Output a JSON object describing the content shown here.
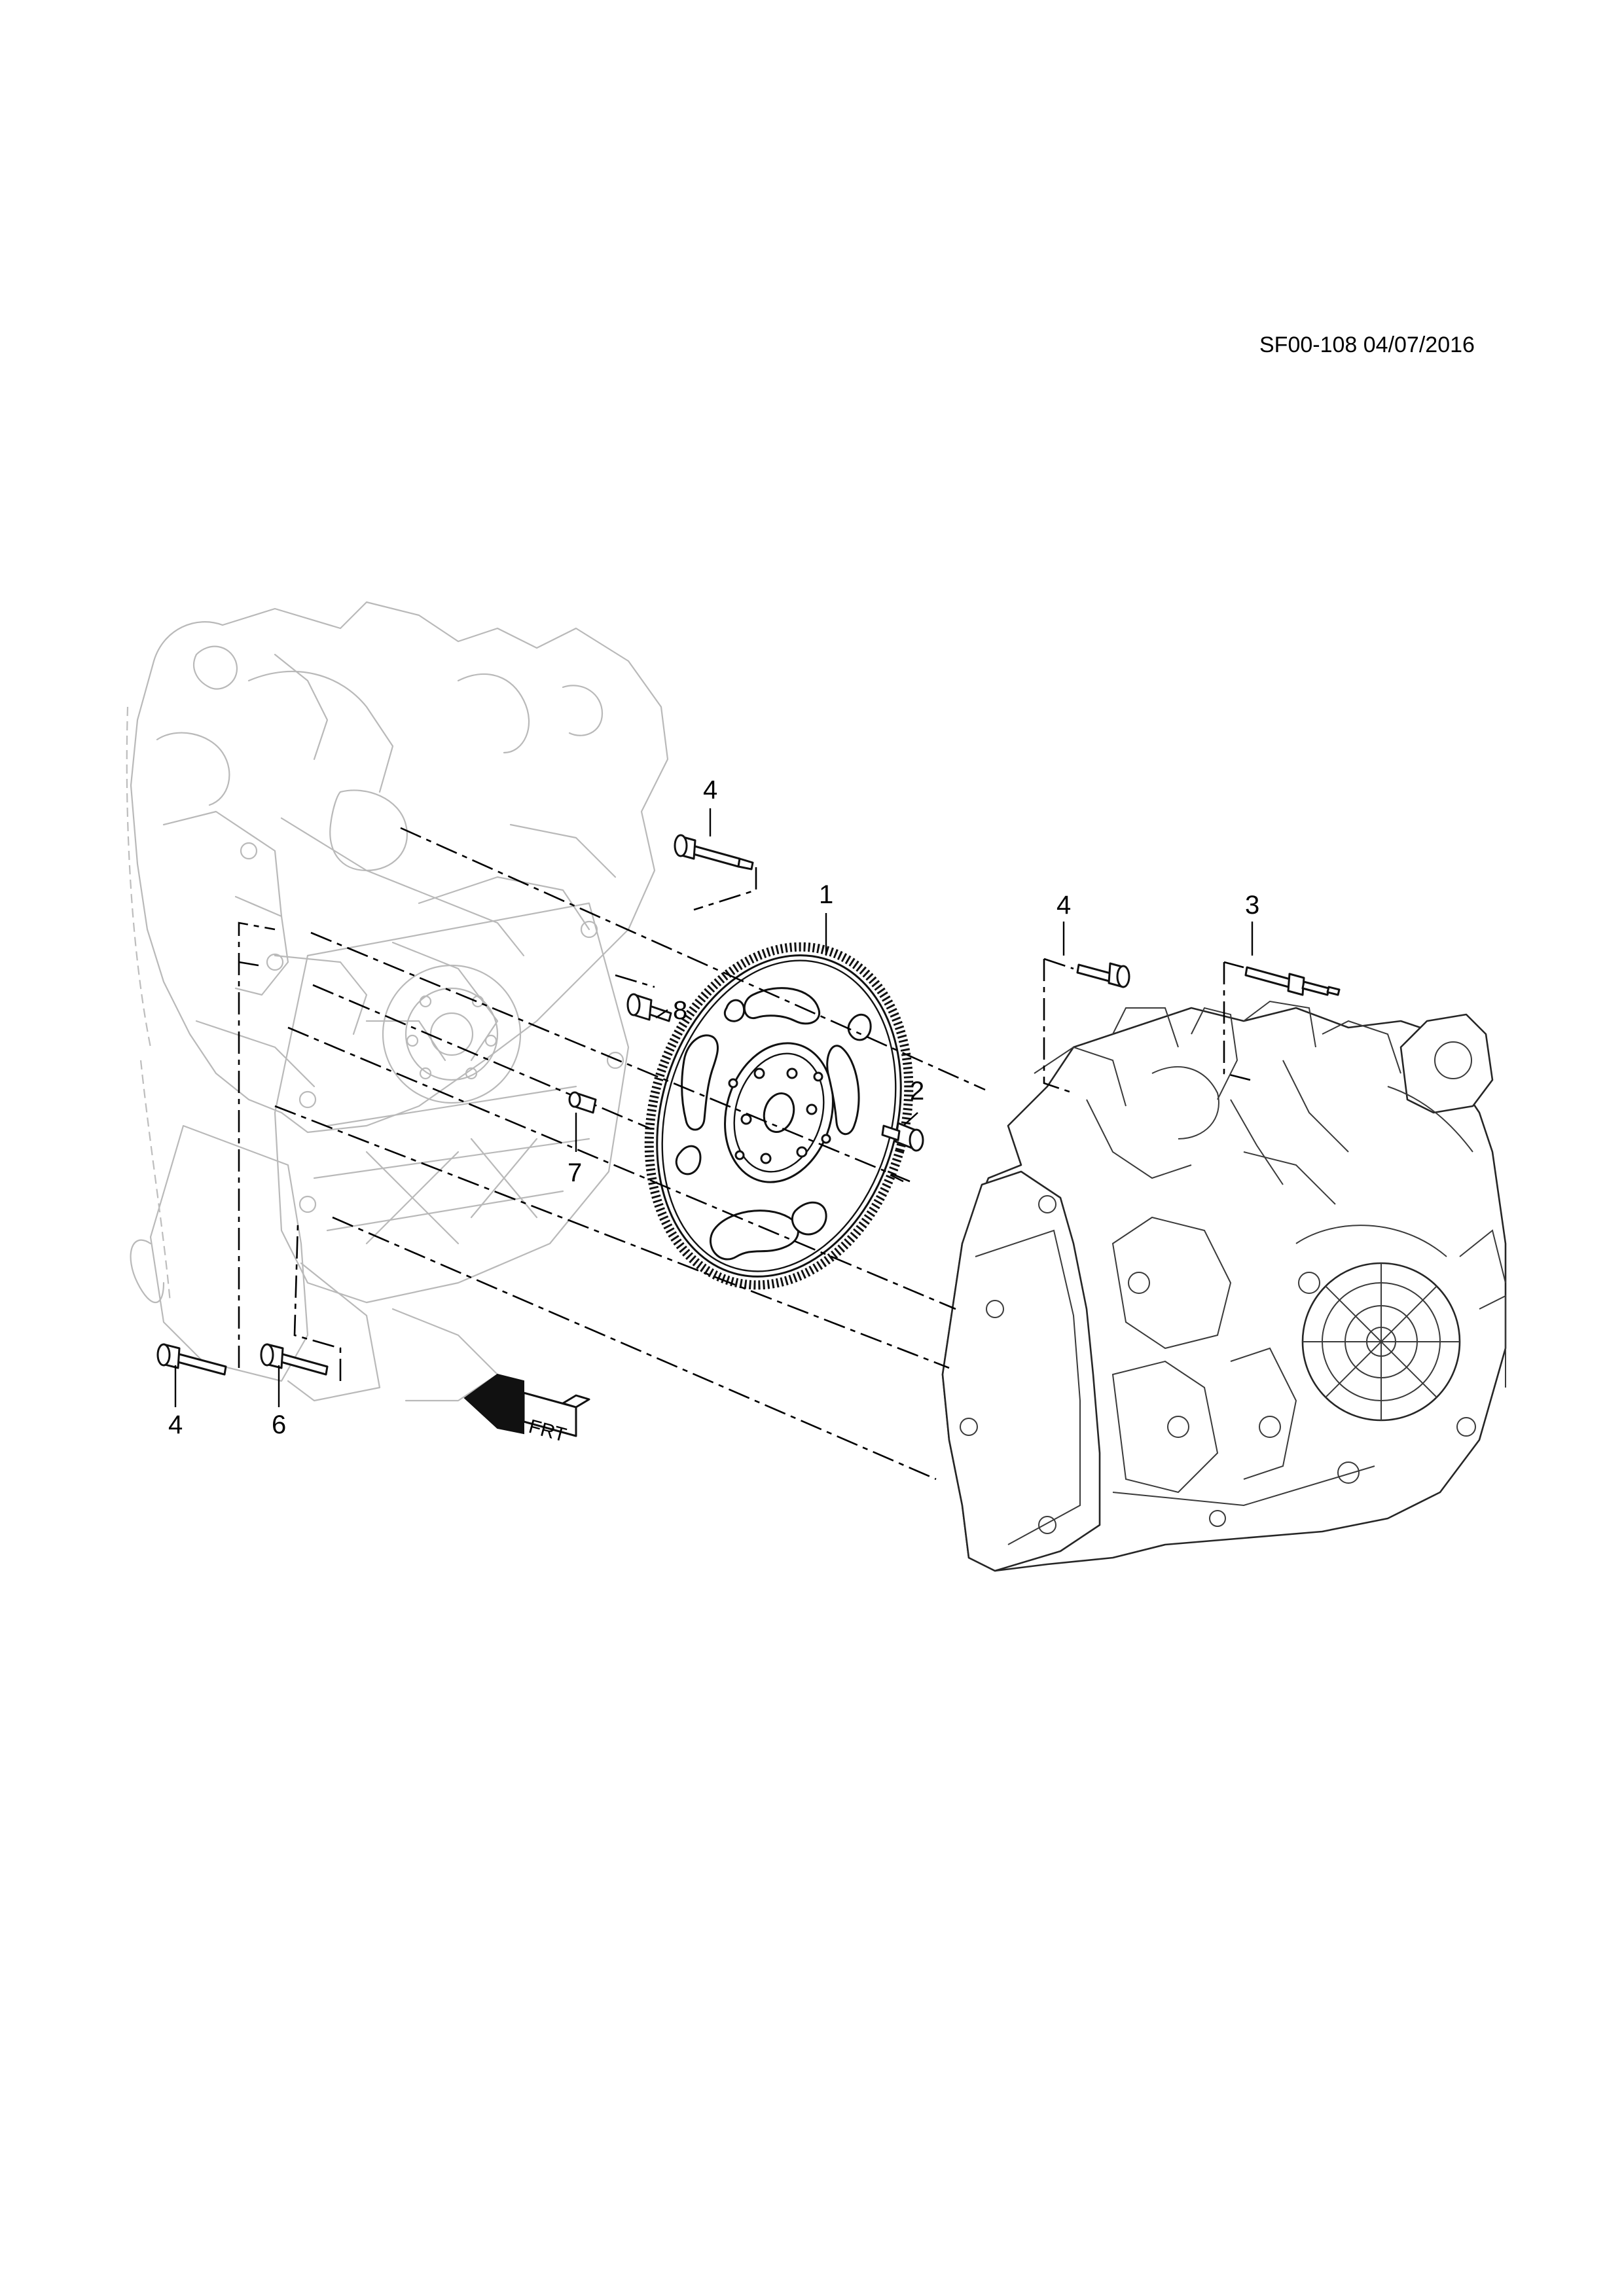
{
  "header": {
    "reference": "SF00-108 04/07/2016"
  },
  "callouts": {
    "c1": "1",
    "c2": "2",
    "c3": "3",
    "c4_top": "4",
    "c4_right": "4",
    "c4_bottom": "4",
    "c6": "6",
    "c7": "7",
    "c8": "8"
  },
  "front_arrow": {
    "label": "FRT",
    "icon": "front-direction-arrow-icon"
  }
}
